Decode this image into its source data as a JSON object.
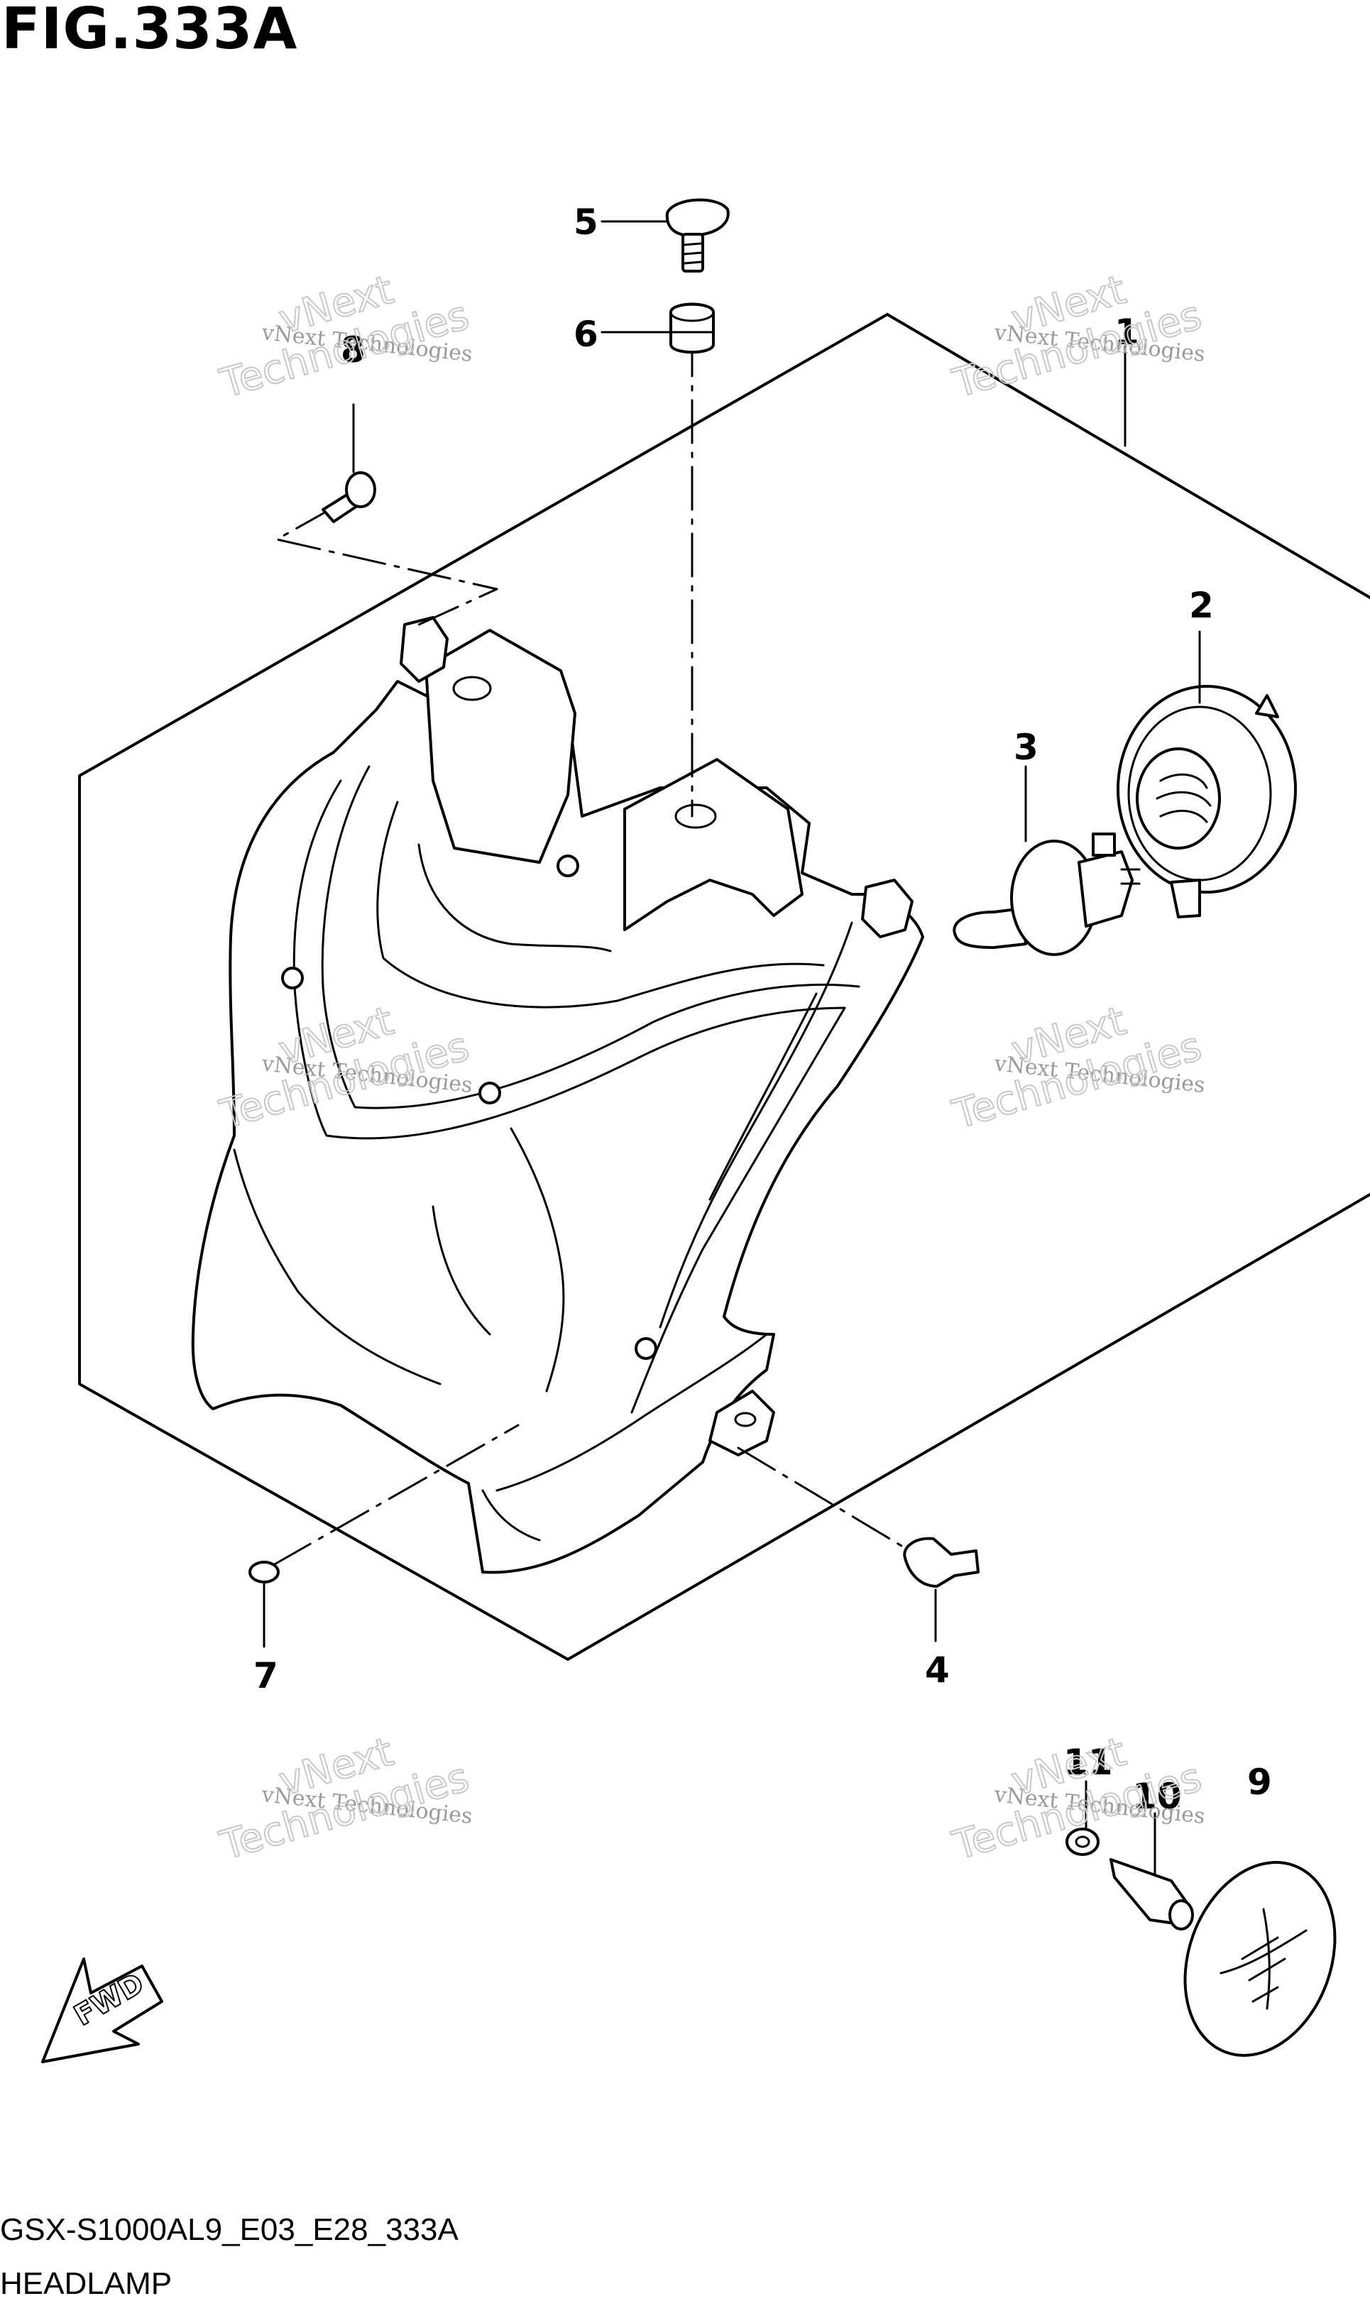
{
  "figure": {
    "title": "FIG.333A",
    "code": "GSX-S1000AL9_E03_E28_333A",
    "name": "HEADLAMP"
  },
  "callouts": [
    {
      "id": "1",
      "label": "1"
    },
    {
      "id": "2",
      "label": "2"
    },
    {
      "id": "3",
      "label": "3"
    },
    {
      "id": "4",
      "label": "4"
    },
    {
      "id": "5",
      "label": "5"
    },
    {
      "id": "6",
      "label": "6"
    },
    {
      "id": "7",
      "label": "7"
    },
    {
      "id": "8",
      "label": "8"
    },
    {
      "id": "9",
      "label": "9"
    },
    {
      "id": "10",
      "label": "10"
    },
    {
      "id": "11",
      "label": "11"
    }
  ],
  "watermark": {
    "line1": "vNext Technologies",
    "line2": "Technologies",
    "line3": "vNext"
  },
  "fwd_label": "FWD"
}
